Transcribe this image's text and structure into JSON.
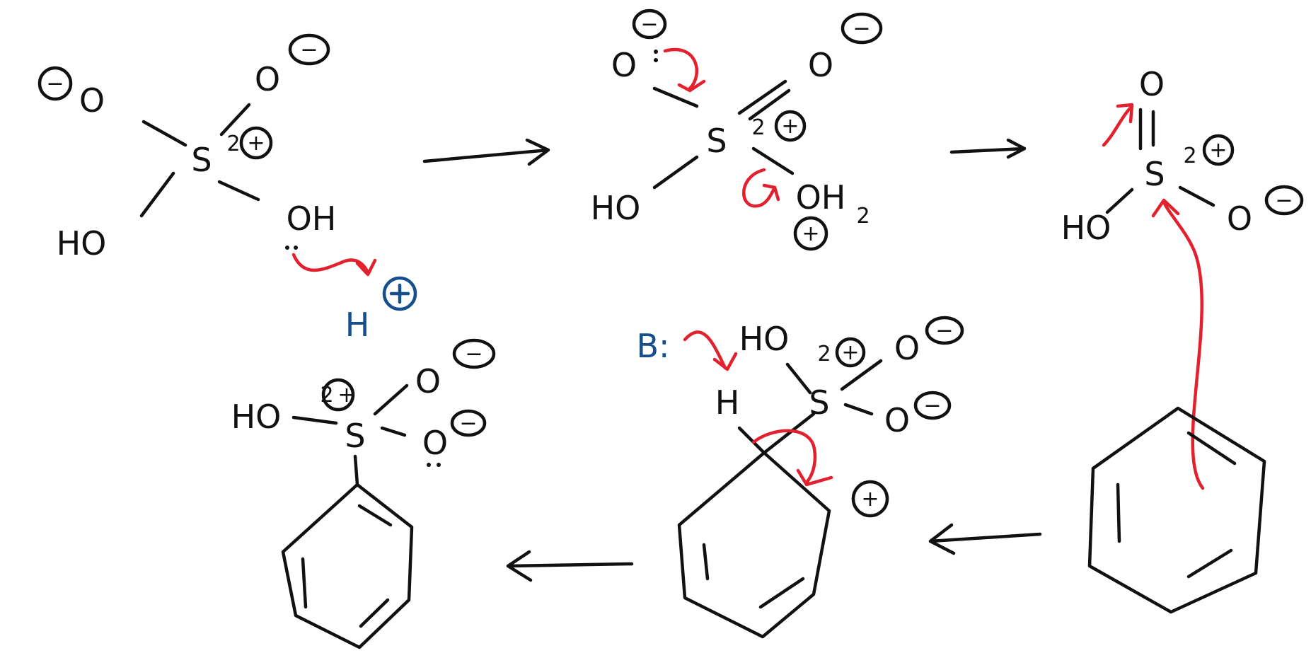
{
  "colors": {
    "ink": "#111111",
    "arrow_red": "#e3202e",
    "blue": "#174f8e",
    "background": "#ffffff"
  },
  "step1": {
    "o_top": "O",
    "o_left": "O",
    "s": "S",
    "s_charge": "2",
    "oh": "OH",
    "ho": "HO",
    "h_plus": "H",
    "minus": "−",
    "plus": "+"
  },
  "step2": {
    "o_top_left": "O",
    "o_top_right": "O",
    "s": "S",
    "s_charge": "2",
    "ho": "HO",
    "oh2": "OH",
    "oh2_sub": "2",
    "minus": "−",
    "plus": "+"
  },
  "step3": {
    "o_top": "O",
    "s": "S",
    "s_charge": "2",
    "ho": "HO",
    "o_right": "O",
    "minus": "−",
    "plus": "+"
  },
  "step4": {
    "base": "B:",
    "h": "H",
    "ho": "HO",
    "s": "S",
    "s_charge": "2",
    "o_top": "O",
    "o_right": "O",
    "minus": "−",
    "plus": "+"
  },
  "step5": {
    "ho": "HO",
    "s": "S",
    "s_charge": "2",
    "o_top": "O",
    "o_lower": "O",
    "minus": "−",
    "plus": "+"
  }
}
